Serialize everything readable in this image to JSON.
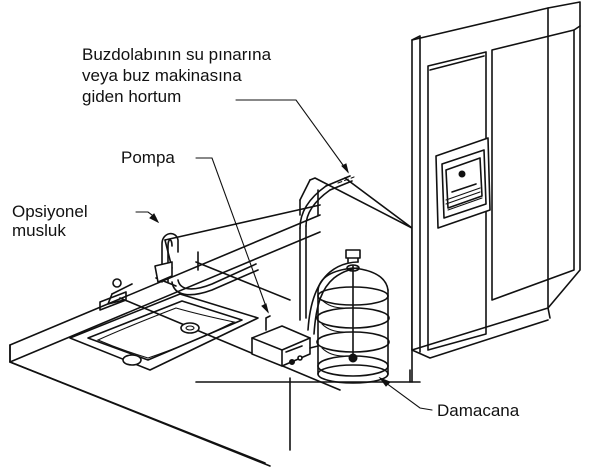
{
  "labels": {
    "hose_line1": "Buzdolabının su pınarına",
    "hose_line2": "veya buz makinasına",
    "hose_line3": "giden hortum",
    "pump": "Pompa",
    "faucet_line1": "Opsiyonel",
    "faucet_line2": "musluk",
    "bottle": "Damacana"
  },
  "icons": {
    "refrigerator": "refrigerator-icon",
    "water_bottle": "water-bottle-icon",
    "pump": "pump-icon",
    "faucet": "faucet-icon",
    "sink": "sink-icon"
  },
  "colors": {
    "ink": "#111111",
    "paper": "#ffffff"
  }
}
